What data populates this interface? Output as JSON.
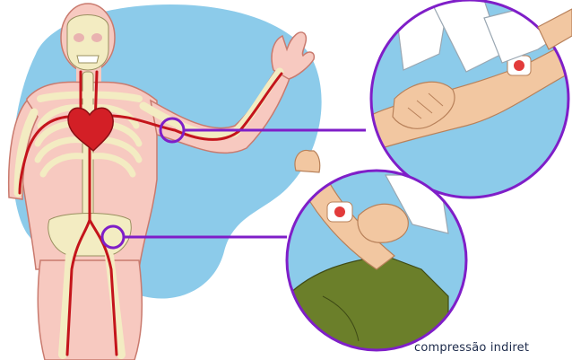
{
  "illustration": {
    "caption": "compressão indiret",
    "colors": {
      "background_blob": "#8ccbea",
      "skin": "#f7c9c0",
      "bone": "#f3ecc2",
      "artery": "#c4141b",
      "heart": "#d31f26",
      "circle_outline": "#7f1ec8",
      "pants": "#6b7f2a",
      "sleeve": "#ffffff"
    },
    "panels": [
      {
        "name": "arm-compression-inset",
        "icon": "hand-pressing-arm"
      },
      {
        "name": "leg-compression-inset",
        "icon": "hand-pressing-groin"
      }
    ],
    "figure": {
      "icon": "skeleton-circulatory-system"
    }
  }
}
